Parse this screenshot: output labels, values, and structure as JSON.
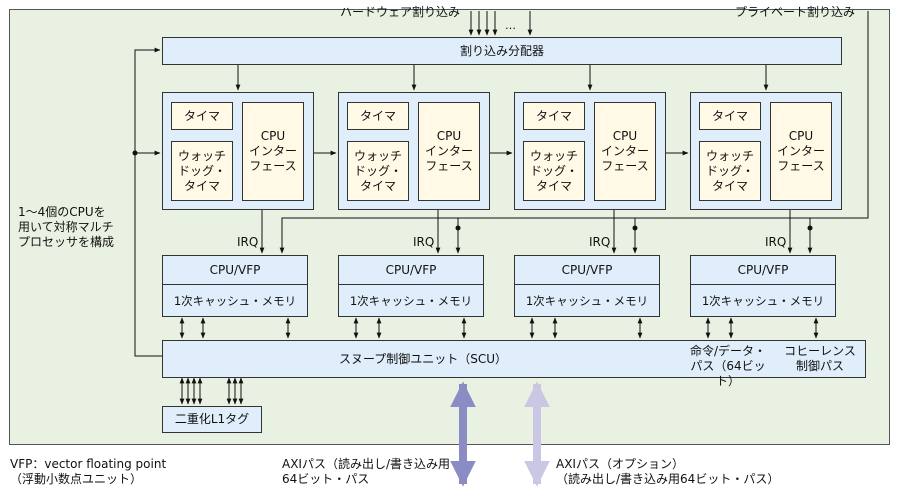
{
  "labels": {
    "hw_interrupts": "ハードウェア割り込み",
    "hw_dots": "…",
    "private_interrupt": "プライベート割り込み",
    "distributor": "割り込み分配器",
    "cpu_note": "1～4個のCPUを\n用いて対称マルチ\nプロセッサを構成",
    "scu": "スヌープ制御ユニット（SCU）",
    "instr_data_bus": "命令/データ・\nパス（64ビット）",
    "coherence_bus": "コヒーレンス\n制御パス",
    "dual_tag": "二重化L1タグ",
    "vfp_note": "VFP：vector floating point\n（浮動小数点ユニット）",
    "axi_bus": "AXIパス（読み出し/書き込み用\n64ビット・パス",
    "axi_option": "AXIパス（オプション）\n（読み出し/書き込み用64ビット・パス）"
  },
  "cpus": [
    {
      "timer": "タイマ",
      "watchdog": "ウォッチ\nドッグ・\nタイマ",
      "cpu_if": "CPU\nインター\nフェース",
      "irq": "IRQ",
      "vfp": "CPU/VFP",
      "cache": "1次キャッシュ・メモリ"
    },
    {
      "timer": "タイマ",
      "watchdog": "ウォッチ\nドッグ・\nタイマ",
      "cpu_if": "CPU\nインター\nフェース",
      "irq": "IRQ",
      "vfp": "CPU/VFP",
      "cache": "1次キャッシュ・メモリ"
    },
    {
      "timer": "タイマ",
      "watchdog": "ウォッチ\nドッグ・\nタイマ",
      "cpu_if": "CPU\nインター\nフェース",
      "irq": "IRQ",
      "vfp": "CPU/VFP",
      "cache": "1次キャッシュ・メモリ"
    },
    {
      "timer": "タイマ",
      "watchdog": "ウォッチ\nドッグ・\nタイマ",
      "cpu_if": "CPU\nインター\nフェース",
      "irq": "IRQ",
      "vfp": "CPU/VFP",
      "cache": "1次キャッシュ・メモリ"
    }
  ],
  "colors": {
    "background": "#e9f1e2",
    "block": "#dfeefa",
    "sub_block": "#fff9e6",
    "axi_arrow": "#8c8cc4",
    "axi_option_arrow": "#c9c7e3"
  }
}
